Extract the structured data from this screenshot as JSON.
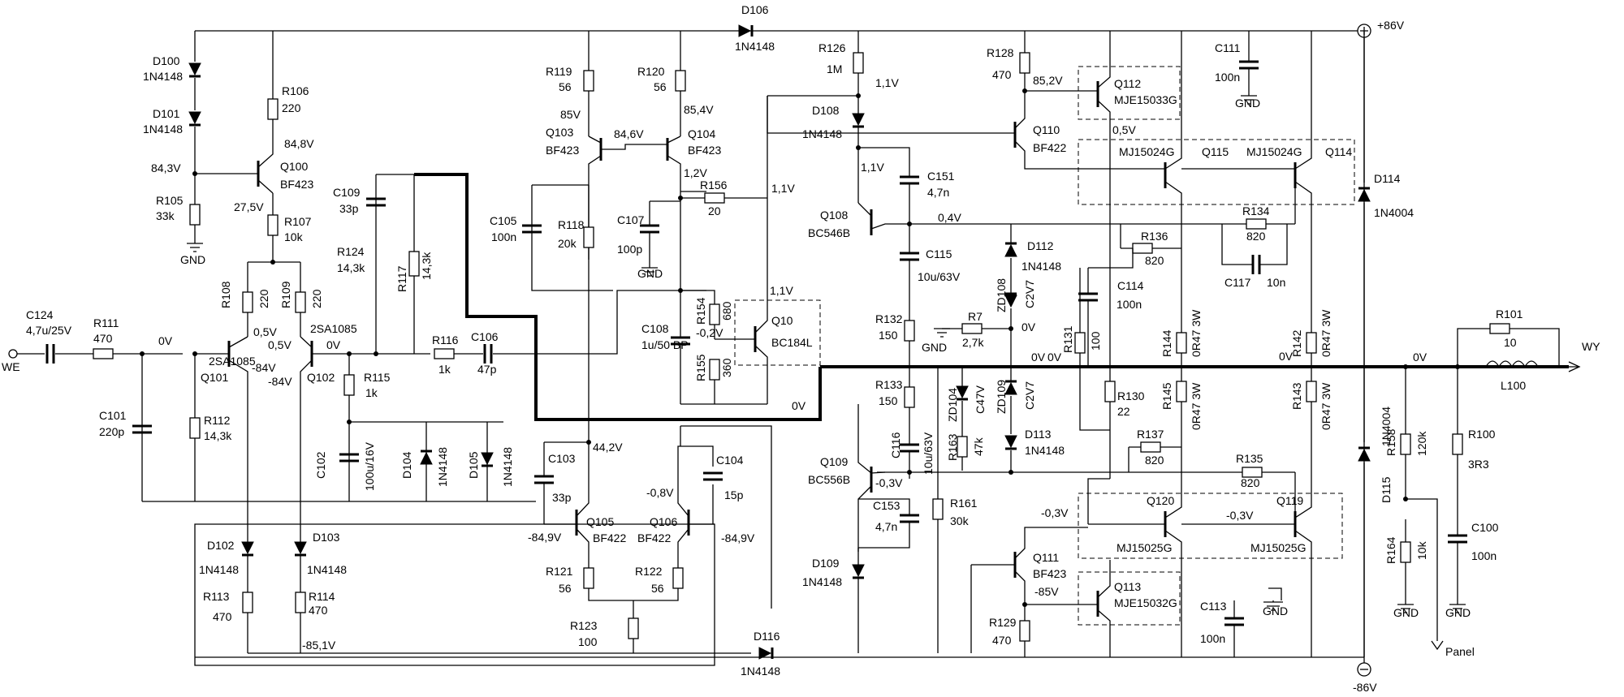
{
  "rails": {
    "positive": "+86V",
    "negative": "-86V"
  },
  "terminals": {
    "input": "WE",
    "output": "WY",
    "panel": "Panel"
  },
  "gnd": "GND",
  "transistors": {
    "Q100": {
      "name": "Q100",
      "type": "BF423"
    },
    "Q101": {
      "name": "Q101",
      "type": "2SA1085"
    },
    "Q102": {
      "name": "Q102",
      "type": "2SA1085"
    },
    "Q103": {
      "name": "Q103",
      "type": "BF423"
    },
    "Q104": {
      "name": "Q104",
      "type": "BF423"
    },
    "Q105": {
      "name": "Q105",
      "type": "BF422"
    },
    "Q106": {
      "name": "Q106",
      "type": "BF422"
    },
    "Q10": {
      "name": "Q10",
      "type": "BC184L"
    },
    "Q108": {
      "name": "Q108",
      "type": "BC546B"
    },
    "Q109": {
      "name": "Q109",
      "type": "BC556B"
    },
    "Q110": {
      "name": "Q110",
      "type": "BF422"
    },
    "Q111": {
      "name": "Q111",
      "type": "BF423"
    },
    "Q112": {
      "name": "Q112",
      "type": "MJE15033G"
    },
    "Q113": {
      "name": "Q113",
      "type": "MJE15032G"
    },
    "Q115": {
      "name": "Q115",
      "type": "MJ15024G"
    },
    "Q114": {
      "name": "Q114",
      "type": "MJ15024G"
    },
    "Q120": {
      "name": "Q120",
      "type": "MJ15025G"
    },
    "Q119": {
      "name": "Q119",
      "type": "MJ15025G"
    }
  },
  "resistors": {
    "R106": {
      "name": "R106",
      "value": "220"
    },
    "R105": {
      "name": "R105",
      "value": "33k"
    },
    "R107": {
      "name": "R107",
      "value": "10k"
    },
    "R108": {
      "name": "R108",
      "value": "220"
    },
    "R109": {
      "name": "R109",
      "value": "220"
    },
    "R111": {
      "name": "R111",
      "value": "470"
    },
    "R112": {
      "name": "R112",
      "value": "14,3k"
    },
    "R115": {
      "name": "R115",
      "value": "1k"
    },
    "R116": {
      "name": "R116",
      "value": "1k"
    },
    "R117": {
      "name": "R117",
      "value": "14,3k"
    },
    "R124": {
      "name": "R124",
      "value": "14,3k"
    },
    "R113": {
      "name": "R113",
      "value": "470"
    },
    "R114": {
      "name": "R114",
      "value": "470"
    },
    "R119": {
      "name": "R119",
      "value": "56"
    },
    "R120": {
      "name": "R120",
      "value": "56"
    },
    "R118": {
      "name": "R118",
      "value": "20k"
    },
    "R156": {
      "name": "R156",
      "value": "20"
    },
    "R154": {
      "name": "R154",
      "value": "680"
    },
    "R155": {
      "name": "R155",
      "value": "360"
    },
    "R121": {
      "name": "R121",
      "value": "56"
    },
    "R122": {
      "name": "R122",
      "value": "56"
    },
    "R123": {
      "name": "R123",
      "value": "100"
    },
    "R126": {
      "name": "R126",
      "value": "1M"
    },
    "R132": {
      "name": "R132",
      "value": "150"
    },
    "R133": {
      "name": "R133",
      "value": "150"
    },
    "R7": {
      "name": "R7",
      "value": "2,7k"
    },
    "R163": {
      "name": "R163",
      "value": "47k"
    },
    "R161": {
      "name": "R161",
      "value": "30k"
    },
    "R128": {
      "name": "R128",
      "value": "470"
    },
    "R129": {
      "name": "R129",
      "value": "470"
    },
    "R131": {
      "name": "R131",
      "value": "100"
    },
    "R130": {
      "name": "R130",
      "value": "22"
    },
    "R136": {
      "name": "R136",
      "value": "820"
    },
    "R134": {
      "name": "R134",
      "value": "820"
    },
    "R137": {
      "name": "R137",
      "value": "820"
    },
    "R135": {
      "name": "R135",
      "value": "820"
    },
    "R144": {
      "name": "R144",
      "value": "0R47 3W"
    },
    "R145": {
      "name": "R145",
      "value": "0R47 3W"
    },
    "R142": {
      "name": "R142",
      "value": "0R47 3W"
    },
    "R143": {
      "name": "R143",
      "value": "0R47 3W"
    },
    "R101": {
      "name": "R101",
      "value": "10"
    },
    "R158": {
      "name": "R158",
      "value": "120k"
    },
    "R164": {
      "name": "R164",
      "value": "10k"
    },
    "R100": {
      "name": "R100",
      "value": "3R3"
    }
  },
  "capacitors": {
    "C124": {
      "name": "C124",
      "value": "4,7u/25V"
    },
    "C101": {
      "name": "C101",
      "value": "220p"
    },
    "C109": {
      "name": "C109",
      "value": "33p"
    },
    "C106": {
      "name": "C106",
      "value": "47p"
    },
    "C102": {
      "name": "C102",
      "value": "100u/16V"
    },
    "C105": {
      "name": "C105",
      "value": "100n"
    },
    "C107": {
      "name": "C107",
      "value": "100p"
    },
    "C108": {
      "name": "C108",
      "value": "1u/50 BP"
    },
    "C103": {
      "name": "C103",
      "value": "33p"
    },
    "C104": {
      "name": "C104",
      "value": "15p"
    },
    "C151": {
      "name": "C151",
      "value": "4,7n"
    },
    "C115": {
      "name": "C115",
      "value": "10u/63V"
    },
    "C116": {
      "name": "C116",
      "value": "10u/63V"
    },
    "C153": {
      "name": "C153",
      "value": "4,7n"
    },
    "C111": {
      "name": "C111",
      "value": "100n"
    },
    "C114": {
      "name": "C114",
      "value": "100n"
    },
    "C117": {
      "name": "C117",
      "value": "10n"
    },
    "C113": {
      "name": "C113",
      "value": "100n"
    },
    "C100": {
      "name": "C100",
      "value": "100n"
    }
  },
  "diodes": {
    "D100": {
      "name": "D100",
      "value": "1N4148"
    },
    "D101": {
      "name": "D101",
      "value": "1N4148"
    },
    "D102": {
      "name": "D102",
      "value": "1N4148"
    },
    "D103": {
      "name": "D103",
      "value": "1N4148"
    },
    "D104": {
      "name": "D104",
      "value": "1N4148"
    },
    "D105": {
      "name": "D105",
      "value": "1N4148"
    },
    "D106": {
      "name": "D106",
      "value": "1N4148"
    },
    "D108": {
      "name": "D108",
      "value": "1N4148"
    },
    "D109": {
      "name": "D109",
      "value": "1N4148"
    },
    "D112": {
      "name": "D112",
      "value": "1N4148"
    },
    "D113": {
      "name": "D113",
      "value": "1N4148"
    },
    "D116": {
      "name": "D116",
      "value": "1N4148"
    },
    "D114": {
      "name": "D114",
      "value": "1N4004"
    },
    "D115": {
      "name": "D115",
      "value": "1N4004"
    },
    "ZD108": {
      "name": "ZD108",
      "value": "C2V7"
    },
    "ZD109": {
      "name": "ZD109",
      "value": "C2V7"
    },
    "ZD104": {
      "name": "ZD104",
      "value": "C47V"
    }
  },
  "inductor": {
    "name": "L100"
  },
  "voltages": {
    "v84_3": "84,3V",
    "v84_8": "84,8V",
    "v27_5": "27,5V",
    "v0_5a": "0,5V",
    "v0_5b": "0,5V",
    "v0_5c": "0,5V",
    "v84a": "-84V",
    "v84b": "-84V",
    "v0_in": "0V",
    "v0_fb": "0V",
    "v0_mid": "0V",
    "v0_bus1": "0V",
    "v0_bus2": "0V",
    "v0_bus3": "0V",
    "v0_bus4": "0V",
    "v0_zd": "0V",
    "v85": "85V",
    "v84_6": "84,6V",
    "v85_4": "85,4V",
    "v1_2": "1,2V",
    "v1_1a": "1,1V",
    "v1_1b": "1,1V",
    "v1_1c": "1,1V",
    "v1_1d": "1,1V",
    "v0_2": "-0,2V",
    "v44_2": "44,2V",
    "v0_8": "-0,8V",
    "v84_9a": "-84,9V",
    "v84_9b": "-84,9V",
    "v85_1": "-85,1V",
    "v0_4": "0,4V",
    "v0_3a": "-0,3V",
    "v0_3b": "-0,3V",
    "v0_3c": "-0,3V",
    "v85_2": "85,2V",
    "v85n": "-85V"
  }
}
